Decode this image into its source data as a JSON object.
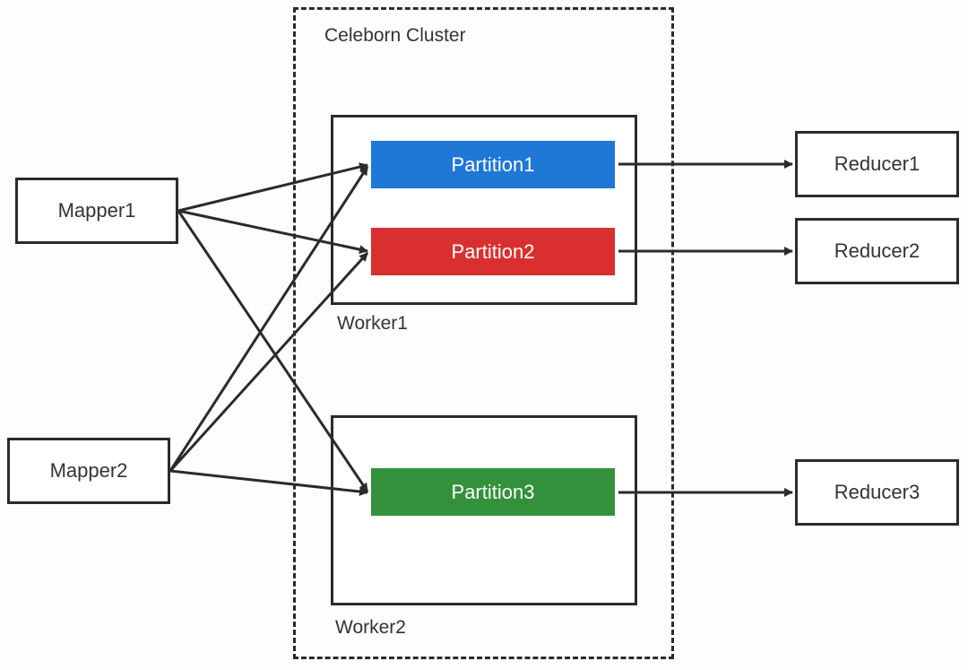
{
  "cluster": {
    "label": "Celeborn Cluster"
  },
  "workers": [
    {
      "label": "Worker1"
    },
    {
      "label": "Worker2"
    }
  ],
  "partitions": [
    {
      "label": "Partition1",
      "color": "#1f77d6"
    },
    {
      "label": "Partition2",
      "color": "#d9302f"
    },
    {
      "label": "Partition3",
      "color": "#34913b"
    }
  ],
  "mappers": [
    {
      "label": "Mapper1"
    },
    {
      "label": "Mapper2"
    }
  ],
  "reducers": [
    {
      "label": "Reducer1"
    },
    {
      "label": "Reducer2"
    },
    {
      "label": "Reducer3"
    }
  ],
  "edges": [
    {
      "from": "Mapper1",
      "to": "Partition1"
    },
    {
      "from": "Mapper1",
      "to": "Partition2"
    },
    {
      "from": "Mapper1",
      "to": "Partition3"
    },
    {
      "from": "Mapper2",
      "to": "Partition1"
    },
    {
      "from": "Mapper2",
      "to": "Partition2"
    },
    {
      "from": "Mapper2",
      "to": "Partition3"
    },
    {
      "from": "Partition1",
      "to": "Reducer1"
    },
    {
      "from": "Partition2",
      "to": "Reducer2"
    },
    {
      "from": "Partition3",
      "to": "Reducer3"
    }
  ],
  "colors": {
    "line": "#2b2b2b",
    "text": "#333333"
  }
}
